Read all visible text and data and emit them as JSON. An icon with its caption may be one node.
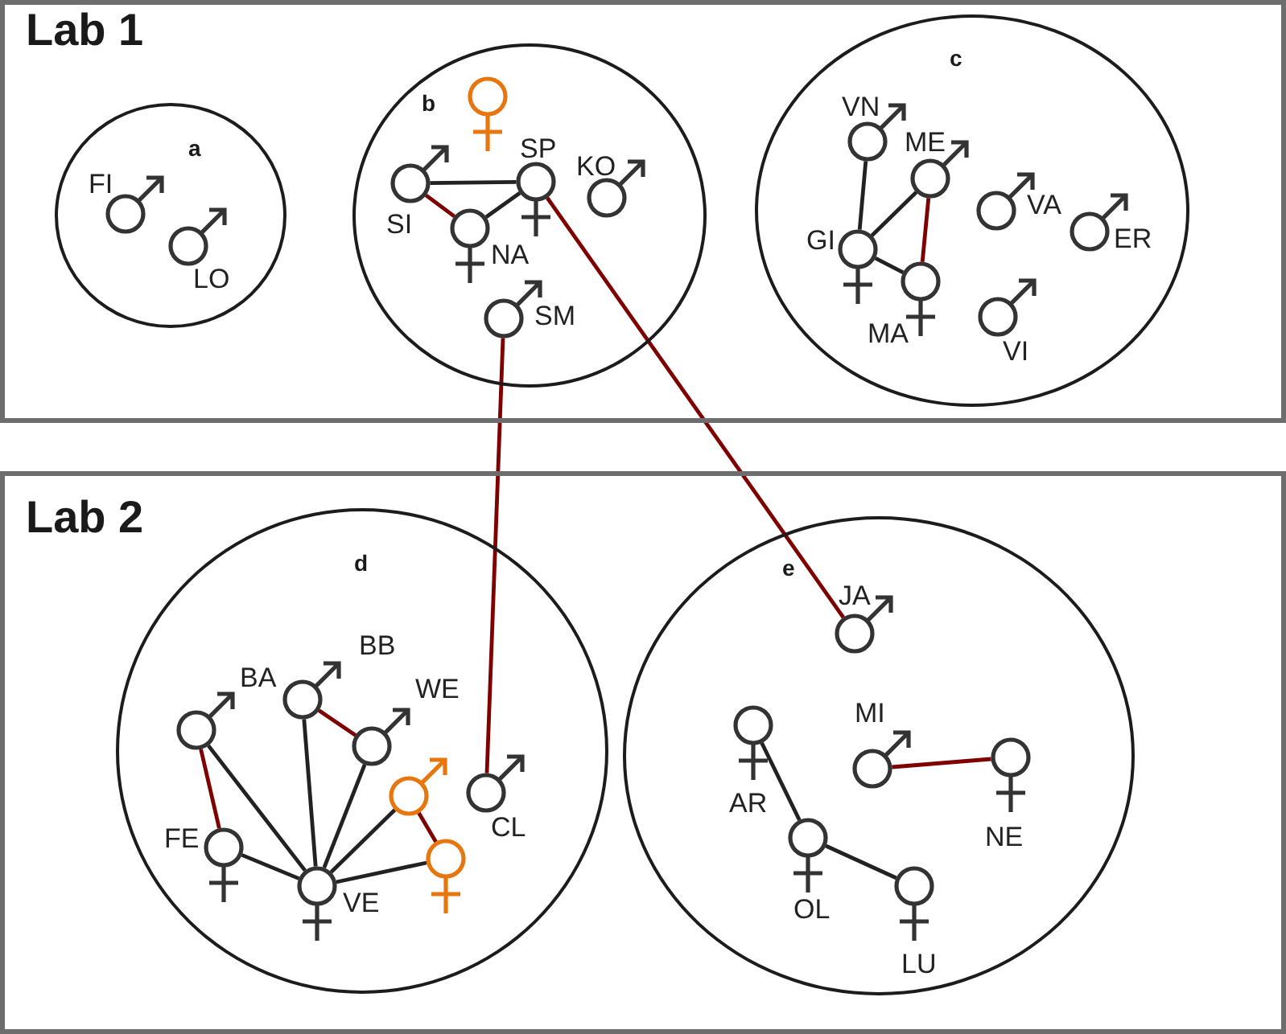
{
  "diagram": {
    "nodes": [
      {
        "text": [
          "Lab 1"
        ]
      },
      {
        "text": [
          "a"
        ],
        "in": 0
      },
      {
        "text": [
          "FI"
        ],
        "in": 1
      },
      {
        "text": [
          "LO"
        ],
        "in": 1
      },
      {
        "text": [
          "b"
        ],
        "in": 0
      },
      {
        "text": [],
        "shape": "circle",
        "in": 4
      },
      {
        "text": [
          "SI"
        ],
        "in": 4
      },
      {
        "text": [
          "SP"
        ],
        "in": 4
      },
      {
        "text": [
          "KO"
        ],
        "in": 4
      },
      {
        "text": [
          "NA"
        ],
        "in": 4
      },
      {
        "text": [
          "SM"
        ],
        "in": 4
      },
      {
        "text": [
          "c"
        ],
        "in": 0
      },
      {
        "text": [
          "VN"
        ],
        "in": 11
      },
      {
        "text": [
          "ME"
        ],
        "in": 11
      },
      {
        "text": [
          "GI"
        ],
        "in": 11
      },
      {
        "text": [
          "VA"
        ],
        "in": 11
      },
      {
        "text": [
          "ER"
        ],
        "in": 11
      },
      {
        "text": [
          "MA"
        ],
        "in": 11
      },
      {
        "text": [
          "VI"
        ],
        "in": 11
      },
      {
        "text": [
          "Lab 2"
        ]
      },
      {
        "text": [
          "d"
        ],
        "in": 19
      },
      {
        "text": [
          "BA"
        ],
        "in": 20
      },
      {
        "text": [
          "BB"
        ],
        "in": 20
      },
      {
        "text": [
          "WE"
        ],
        "in": 20
      },
      {
        "text": [],
        "shape": "circle",
        "in": 20
      },
      {
        "text": [
          "CL"
        ],
        "in": 20
      },
      {
        "text": [
          "FE"
        ],
        "in": 20
      },
      {
        "text": [
          "VE"
        ],
        "in": 20
      },
      {
        "text": [],
        "shape": "circle",
        "in": 20
      },
      {
        "text": [
          "e"
        ],
        "in": 19
      },
      {
        "text": [
          "JA"
        ],
        "in": 29
      },
      {
        "text": [
          "MI"
        ],
        "in": 29
      },
      {
        "text": [
          "AR"
        ],
        "in": 29
      },
      {
        "text": [
          "NE"
        ],
        "in": 29
      },
      {
        "text": [
          "OL"
        ],
        "in": 29
      },
      {
        "text": [
          "LU"
        ],
        "in": 29
      }
    ],
    "edges": [
      {
        "from": 6,
        "to": 7,
        "arrow": "none"
      },
      {
        "from": 6,
        "to": 9,
        "arrow": "none",
        "color": "#7f0000"
      },
      {
        "from": 9,
        "to": 7,
        "arrow": "none"
      },
      {
        "from": 7,
        "to": 30,
        "arrow": "none",
        "color": "#7f0000"
      },
      {
        "from": 10,
        "to": 25,
        "arrow": "none",
        "color": "#7f0000"
      },
      {
        "from": 12,
        "to": 14,
        "arrow": "none"
      },
      {
        "from": 14,
        "to": 13,
        "arrow": "none"
      },
      {
        "from": 13,
        "to": 17,
        "arrow": "none",
        "color": "#7f0000"
      },
      {
        "from": 14,
        "to": 17,
        "arrow": "none"
      },
      {
        "from": 21,
        "to": 26,
        "arrow": "none",
        "color": "#7f0000"
      },
      {
        "from": 21,
        "to": 27,
        "arrow": "none"
      },
      {
        "from": 22,
        "to": 27,
        "arrow": "none"
      },
      {
        "from": 22,
        "to": 23,
        "arrow": "none",
        "color": "#7f0000"
      },
      {
        "from": 23,
        "to": 27,
        "arrow": "none"
      },
      {
        "from": 24,
        "to": 27,
        "arrow": "none"
      },
      {
        "from": 24,
        "to": 28,
        "arrow": "none",
        "color": "#7f0000"
      },
      {
        "from": 28,
        "to": 27,
        "arrow": "none"
      },
      {
        "from": 26,
        "to": 27,
        "arrow": "none"
      },
      {
        "from": 32,
        "to": 34,
        "arrow": "none"
      },
      {
        "from": 34,
        "to": 35,
        "arrow": "none"
      },
      {
        "from": 31,
        "to": 33,
        "arrow": "none",
        "color": "#7f0000"
      }
    ]
  }
}
